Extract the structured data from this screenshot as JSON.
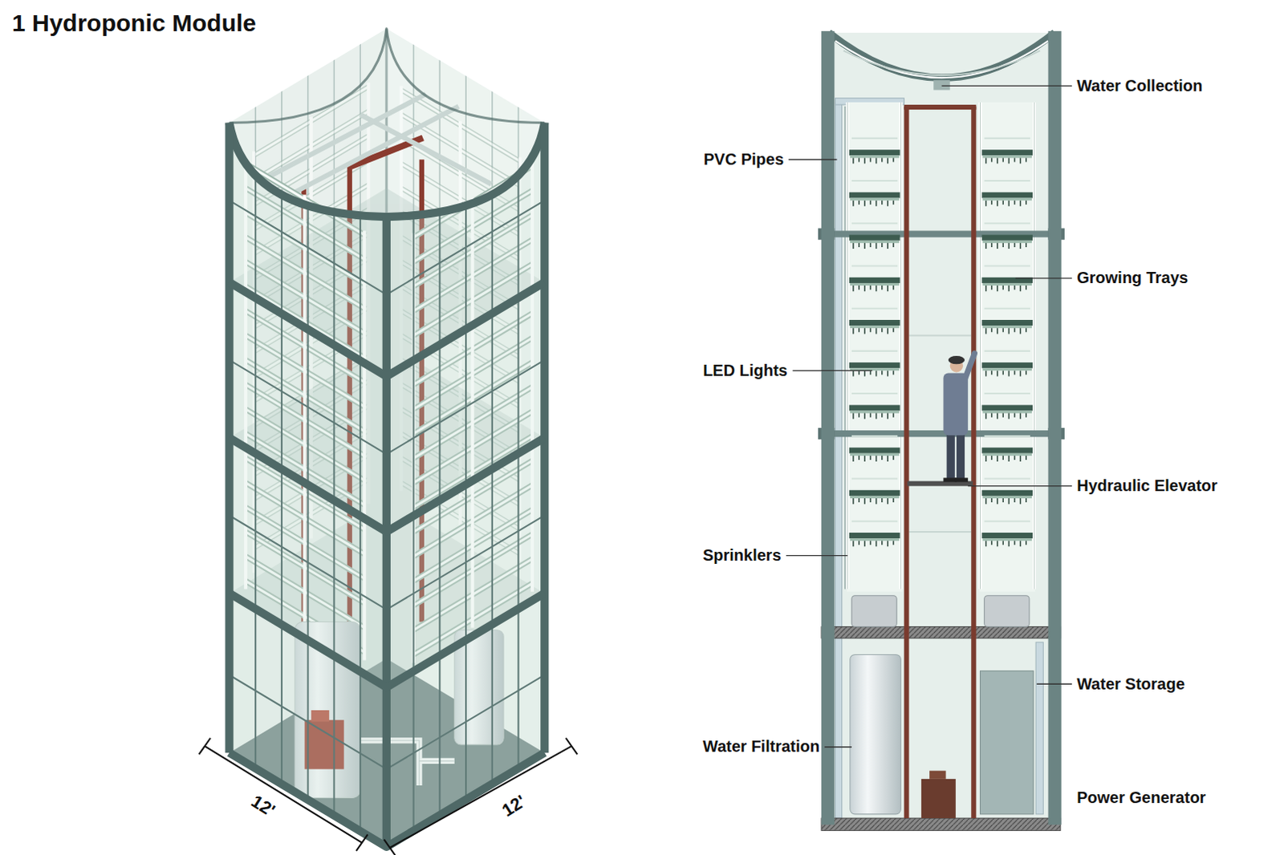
{
  "diagram": {
    "title": "1 Hydroponic Module",
    "labels": [
      "12'",
      "12'",
      "Water Collection",
      "PVC Pipes",
      "Growing Trays",
      "LED Lights",
      "Hydraulic Elevator",
      "Sprinklers",
      "Water Storage",
      "Water Filtration",
      "Power Generator"
    ]
  }
}
